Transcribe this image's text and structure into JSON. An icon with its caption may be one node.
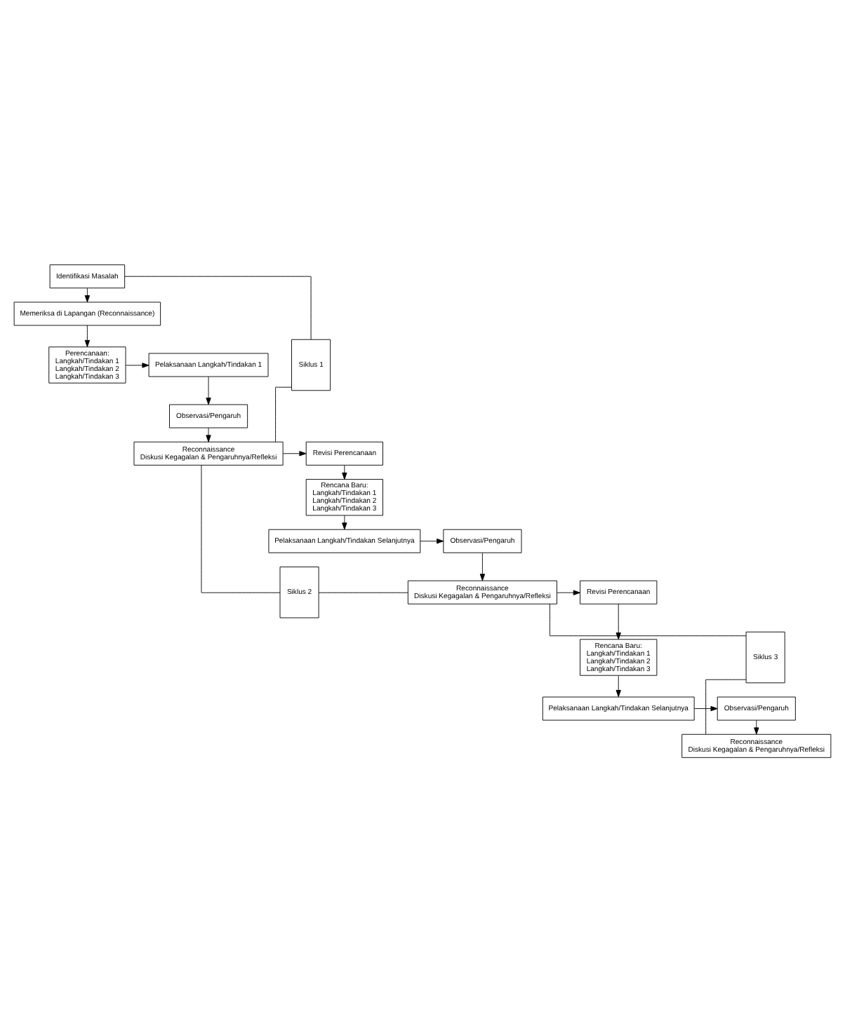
{
  "diagram": {
    "nodes": [
      {
        "text": [
          "Identifikasi Masalah"
        ]
      },
      {
        "text": [
          "Memeriksa di Lapangan (Reconnaissance)"
        ]
      },
      {
        "text": [
          "Perencanaan:",
          "Langkah/Tindakan 1",
          "Langkah/Tindakan 2",
          "Langkah/Tindakan 3"
        ]
      },
      {
        "text": [
          "Pelaksanaan Langkah/Tindakan 1"
        ]
      },
      {
        "text": [
          "Observasi/Pengaruh"
        ]
      },
      {
        "text": [
          "Reconnaissance",
          "Diskusi Kegagalan & Pengaruhnya/Refleksi"
        ]
      },
      {
        "text": [
          "Revisi Perencanaan"
        ]
      },
      {
        "text": [
          "Rencana Baru:",
          "Langkah/Tindakan 1",
          "Langkah/Tindakan 2",
          "Langkah/Tindakan 3"
        ]
      },
      {
        "text": [
          "Pelaksanaan Langkah/Tindakan Selanjutnya"
        ]
      },
      {
        "text": [
          "Observasi/Pengaruh"
        ]
      },
      {
        "text": [
          "Reconnaissance",
          "Diskusi Kegagalan & Pengaruhnya/Refleksi"
        ]
      },
      {
        "text": [
          "Revisi Perencanaan"
        ]
      },
      {
        "text": [
          "Rencana Baru:",
          "Langkah/Tindakan 1",
          "Langkah/Tindakan 2",
          "Langkah/Tindakan 3"
        ]
      },
      {
        "text": [
          "Pelaksanaan Langkah/Tindakan Selanjutnya"
        ]
      },
      {
        "text": [
          "Observasi/Pengaruh"
        ]
      },
      {
        "text": [
          "Reconnaissance",
          "Diskusi Kegagalan & Pengaruhnya/Refleksi"
        ]
      },
      {
        "text": [
          "Siklus 1"
        ]
      },
      {
        "text": [
          "Siklus 2"
        ]
      },
      {
        "text": [
          "Siklus 3"
        ]
      }
    ],
    "edges": [
      {
        "from": 0,
        "to": 1,
        "arrow": "to"
      },
      {
        "from": 1,
        "to": 2,
        "arrow": "to"
      },
      {
        "from": 2,
        "to": 3,
        "arrow": "to"
      },
      {
        "from": 3,
        "to": 4,
        "arrow": "to"
      },
      {
        "from": 4,
        "to": 5,
        "arrow": "to"
      },
      {
        "from": 5,
        "to": 6,
        "arrow": "to"
      },
      {
        "from": 6,
        "to": 7,
        "arrow": "to"
      },
      {
        "from": 7,
        "to": 8,
        "arrow": "to"
      },
      {
        "from": 8,
        "to": 9,
        "arrow": "to"
      },
      {
        "from": 9,
        "to": 10,
        "arrow": "to"
      },
      {
        "from": 10,
        "to": 11,
        "arrow": "to"
      },
      {
        "from": 11,
        "to": 12,
        "arrow": "to"
      },
      {
        "from": 12,
        "to": 13,
        "arrow": "to"
      },
      {
        "from": 13,
        "to": 14,
        "arrow": "to"
      },
      {
        "from": 14,
        "to": 15,
        "arrow": "to"
      },
      {
        "from": 16,
        "to": 0,
        "arrow": "none"
      },
      {
        "from": 16,
        "to": 5,
        "arrow": "none"
      },
      {
        "from": 17,
        "to": 5,
        "arrow": "none"
      },
      {
        "from": 17,
        "to": 10,
        "arrow": "none"
      },
      {
        "from": 18,
        "to": 10,
        "arrow": "none"
      },
      {
        "from": 18,
        "to": 15,
        "arrow": "none"
      }
    ]
  }
}
